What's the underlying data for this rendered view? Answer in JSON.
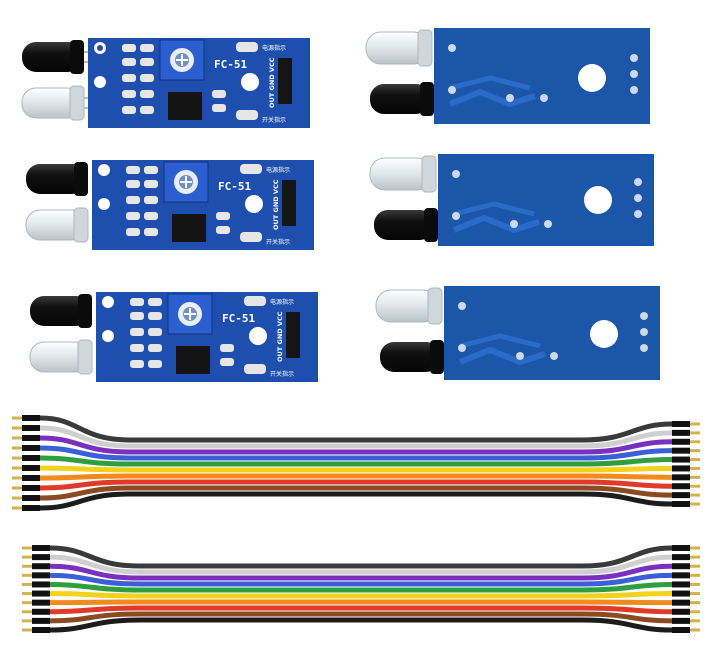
{
  "colors": {
    "pcb_blue": "#1f4fae",
    "pcb_blue_back": "#1c56a8",
    "led_black": "#141414",
    "led_clear": "#e6ecef",
    "pin_gold": "#d4b24a"
  },
  "modules_front": {
    "model_label": "FC-51",
    "pin_labels": [
      "OUT GND VCC",
      "OUT GND VCC",
      "OUT GND VCC"
    ],
    "power_indicator_label": "电源指示",
    "switch_indicator_label": "开关指示"
  },
  "cables": {
    "wire_colors": [
      "#3a3a3a",
      "#cfcfcf",
      "#7a2fbf",
      "#3b5fd6",
      "#2e9e3e",
      "#f2d21b",
      "#f28a1c",
      "#e03a2a",
      "#8a4a22",
      "#1c1c1c"
    ]
  }
}
